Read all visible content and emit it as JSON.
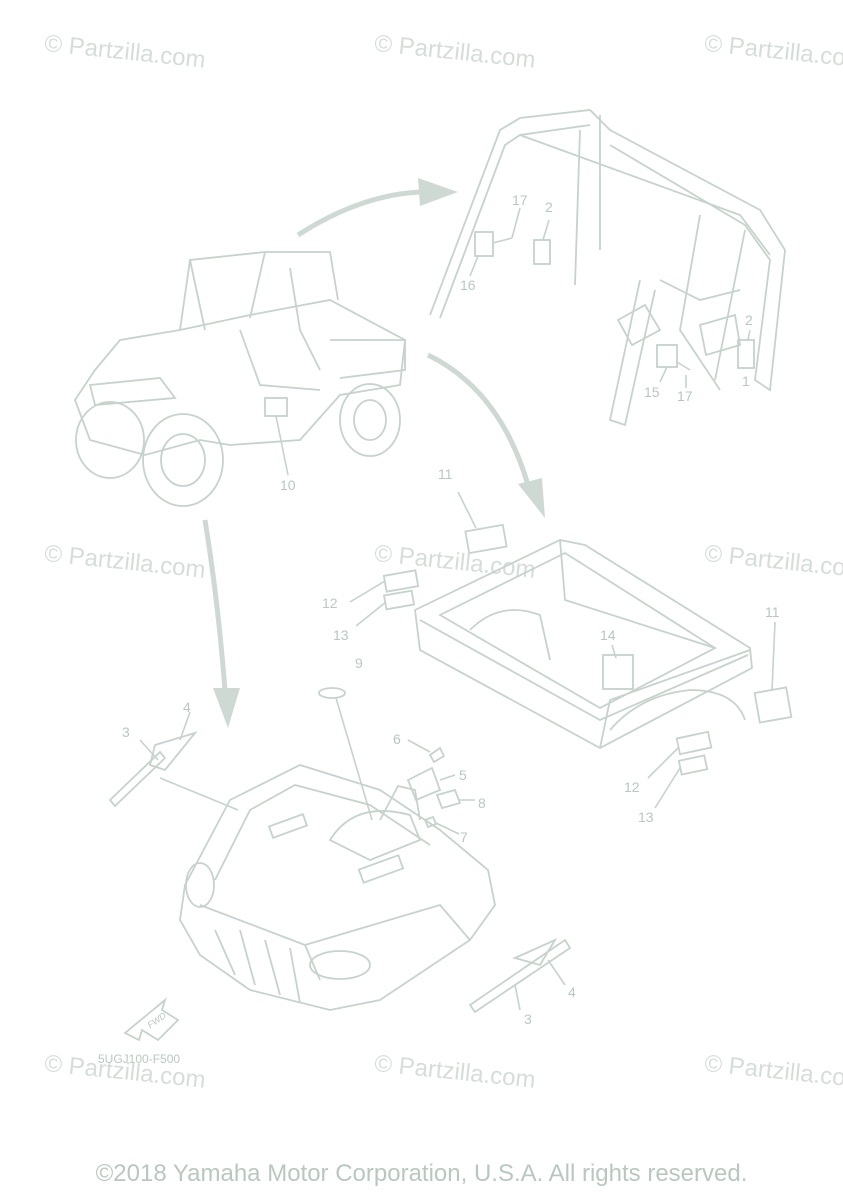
{
  "watermark": "© Partzilla.com",
  "callouts": {
    "c1": "1",
    "c2a": "2",
    "c2b": "2",
    "c3a": "3",
    "c3b": "3",
    "c4a": "4",
    "c4b": "4",
    "c5": "5",
    "c6": "6",
    "c7": "7",
    "c8": "8",
    "c9": "9",
    "c10": "10",
    "c11a": "11",
    "c11b": "11",
    "c12a": "12",
    "c12b": "12",
    "c13a": "13",
    "c13b": "13",
    "c14": "14",
    "c15": "15",
    "c16": "16",
    "c17a": "17",
    "c17b": "17"
  },
  "fwd_label": "FWD",
  "diagram_code": "5UGJ100-F500",
  "copyright": "©2018 Yamaha Motor Corporation, U.S.A. All rights reserved.",
  "colors": {
    "line": "#c5d3cb",
    "text": "#b8c8bf",
    "watermark": "#d6ddd9"
  }
}
